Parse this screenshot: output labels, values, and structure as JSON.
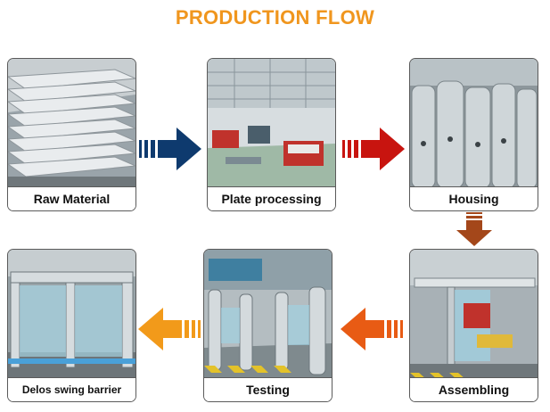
{
  "title": "PRODUCTION FLOW",
  "steps": [
    {
      "label": "Raw Material"
    },
    {
      "label": "Plate processing"
    },
    {
      "label": "Housing"
    },
    {
      "label": "Assembling"
    },
    {
      "label": "Testing"
    },
    {
      "label": "Delos swing barrier"
    }
  ],
  "colors": {
    "title": "#f0961e",
    "arrow_1": "#0e3a6e",
    "arrow_2": "#c8140f",
    "arrow_3": "#a4471a",
    "arrow_4": "#e85b14",
    "arrow_5": "#f29a1a"
  }
}
